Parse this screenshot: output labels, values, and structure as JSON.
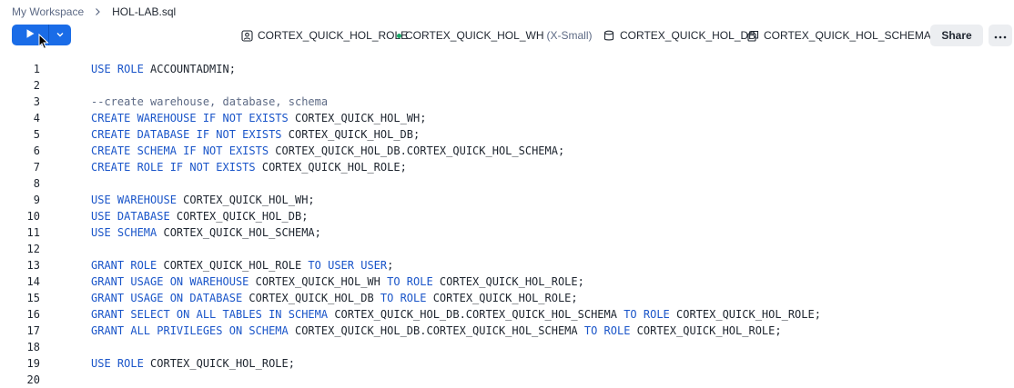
{
  "breadcrumb": {
    "workspace": "My Workspace",
    "separator_icon": "chevron-right-icon",
    "file": "HOL-LAB.sql"
  },
  "toolbar": {
    "run_icon": "play-icon",
    "run_menu_icon": "chevron-down-icon",
    "role": "CORTEX_QUICK_HOL_ROLE",
    "warehouse": "CORTEX_QUICK_HOL_WH",
    "warehouse_size": "(X-Small)",
    "database": "CORTEX_QUICK_HOL_DB",
    "schema": "CORTEX_QUICK_HOL_SCHEMA",
    "share_label": "Share",
    "more_icon": "more-horizontal-icon",
    "status_color": "#1aa867",
    "accent_color": "#1a6ce7"
  },
  "editor": {
    "lines": [
      {
        "n": "1",
        "tokens": [
          {
            "t": "USE ROLE",
            "c": "kw"
          },
          {
            "t": " ACCOUNTADMIN;",
            "c": ""
          }
        ]
      },
      {
        "n": "2",
        "tokens": []
      },
      {
        "n": "3",
        "tokens": [
          {
            "t": "--create warehouse, database, schema",
            "c": "cm"
          }
        ]
      },
      {
        "n": "4",
        "tokens": [
          {
            "t": "CREATE WAREHOUSE IF NOT EXISTS",
            "c": "kw"
          },
          {
            "t": " CORTEX_QUICK_HOL_WH;",
            "c": ""
          }
        ]
      },
      {
        "n": "5",
        "tokens": [
          {
            "t": "CREATE DATABASE IF NOT EXISTS",
            "c": "kw"
          },
          {
            "t": " CORTEX_QUICK_HOL_DB;",
            "c": ""
          }
        ]
      },
      {
        "n": "6",
        "tokens": [
          {
            "t": "CREATE SCHEMA IF NOT EXISTS",
            "c": "kw"
          },
          {
            "t": " CORTEX_QUICK_HOL_DB.CORTEX_QUICK_HOL_SCHEMA;",
            "c": ""
          }
        ]
      },
      {
        "n": "7",
        "tokens": [
          {
            "t": "CREATE ROLE IF NOT EXISTS",
            "c": "kw"
          },
          {
            "t": " CORTEX_QUICK_HOL_ROLE;",
            "c": ""
          }
        ]
      },
      {
        "n": "8",
        "tokens": []
      },
      {
        "n": "9",
        "tokens": [
          {
            "t": "USE WAREHOUSE",
            "c": "kw"
          },
          {
            "t": " CORTEX_QUICK_HOL_WH;",
            "c": ""
          }
        ]
      },
      {
        "n": "10",
        "tokens": [
          {
            "t": "USE DATABASE",
            "c": "kw"
          },
          {
            "t": " CORTEX_QUICK_HOL_DB;",
            "c": ""
          }
        ]
      },
      {
        "n": "11",
        "tokens": [
          {
            "t": "USE SCHEMA",
            "c": "kw"
          },
          {
            "t": " CORTEX_QUICK_HOL_SCHEMA;",
            "c": ""
          }
        ]
      },
      {
        "n": "12",
        "tokens": []
      },
      {
        "n": "13",
        "tokens": [
          {
            "t": "GRANT ROLE",
            "c": "kw"
          },
          {
            "t": " CORTEX_QUICK_HOL_ROLE ",
            "c": ""
          },
          {
            "t": "TO USER USER",
            "c": "kw"
          },
          {
            "t": ";",
            "c": ""
          }
        ]
      },
      {
        "n": "14",
        "tokens": [
          {
            "t": "GRANT USAGE ON WAREHOUSE",
            "c": "kw"
          },
          {
            "t": " CORTEX_QUICK_HOL_WH ",
            "c": ""
          },
          {
            "t": "TO ROLE",
            "c": "kw"
          },
          {
            "t": " CORTEX_QUICK_HOL_ROLE;",
            "c": ""
          }
        ]
      },
      {
        "n": "15",
        "tokens": [
          {
            "t": "GRANT USAGE ON DATABASE",
            "c": "kw"
          },
          {
            "t": " CORTEX_QUICK_HOL_DB ",
            "c": ""
          },
          {
            "t": "TO ROLE",
            "c": "kw"
          },
          {
            "t": " CORTEX_QUICK_HOL_ROLE;",
            "c": ""
          }
        ]
      },
      {
        "n": "16",
        "tokens": [
          {
            "t": "GRANT SELECT ON ALL TABLES IN SCHEMA",
            "c": "kw"
          },
          {
            "t": " CORTEX_QUICK_HOL_DB.CORTEX_QUICK_HOL_SCHEMA ",
            "c": ""
          },
          {
            "t": "TO ROLE",
            "c": "kw"
          },
          {
            "t": " CORTEX_QUICK_HOL_ROLE;",
            "c": ""
          }
        ]
      },
      {
        "n": "17",
        "tokens": [
          {
            "t": "GRANT ALL PRIVILEGES ON SCHEMA",
            "c": "kw"
          },
          {
            "t": " CORTEX_QUICK_HOL_DB.CORTEX_QUICK_HOL_SCHEMA ",
            "c": ""
          },
          {
            "t": "TO ROLE",
            "c": "kw"
          },
          {
            "t": " CORTEX_QUICK_HOL_ROLE;",
            "c": ""
          }
        ]
      },
      {
        "n": "18",
        "tokens": []
      },
      {
        "n": "19",
        "tokens": [
          {
            "t": "USE ROLE",
            "c": "kw"
          },
          {
            "t": " CORTEX_QUICK_HOL_ROLE;",
            "c": ""
          }
        ]
      },
      {
        "n": "20",
        "tokens": []
      }
    ]
  }
}
